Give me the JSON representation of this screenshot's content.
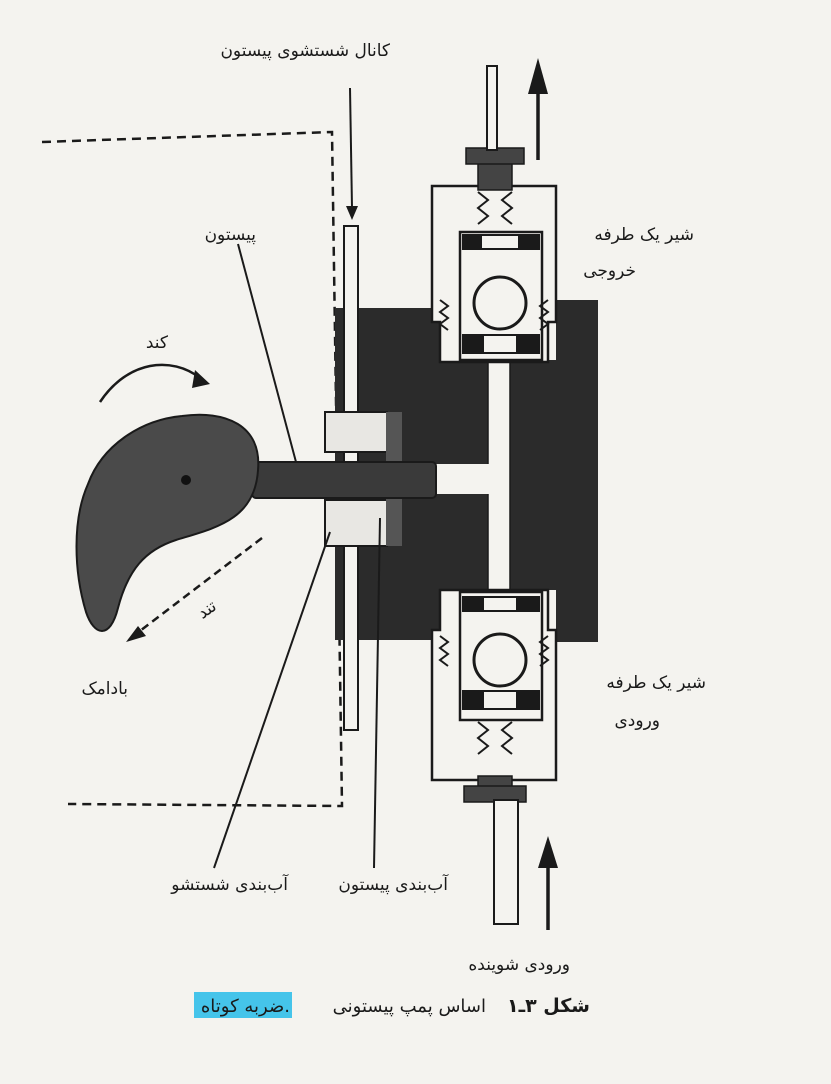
{
  "labels": {
    "piston_wash_channel": "کانال شستشوی پیستون",
    "piston": "پیستون",
    "outlet_check_valve_1": "شیر یک طرفه",
    "outlet_check_valve_2": "خروجی",
    "inlet_check_valve_1": "شیر یک طرفه",
    "inlet_check_valve_2": "ورودی",
    "slow": "کند",
    "fast": "تند",
    "cam": "بادامک",
    "wash_seal": "آب‌بندی شستشو",
    "piston_seal": "آب‌بندی پیستون",
    "solvent_inlet": "ورودی شوینده"
  },
  "caption": {
    "figure_number": "شکل ۳ـ۱",
    "text": "اساس پمپ پیستونی",
    "highlight": "ضربه کوتاه."
  },
  "colors": {
    "ink": "#1a1a1a",
    "cam_fill": "#4a4a4a",
    "body_fill": "#2b2b2b",
    "highlight": "#45c4ea",
    "paper": "#f4f3ef"
  }
}
